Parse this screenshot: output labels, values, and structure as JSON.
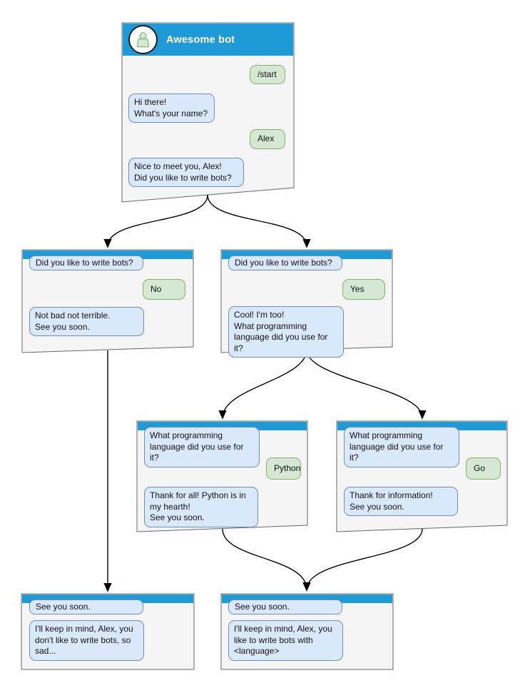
{
  "colors": {
    "header_blue": "#1E9BD7",
    "card_background": "#F5F5F5",
    "card_border": "#666666",
    "bot_bubble_fill": "#DAE8FC",
    "bot_bubble_border": "#6C8EBF",
    "user_bubble_fill": "#D5E8D4",
    "user_bubble_border": "#82B366",
    "connector": "#000000",
    "title_text": "#FFFFFF"
  },
  "icons": {
    "avatar": "person-icon"
  },
  "root": {
    "title": "Awesome bot",
    "messages": {
      "start_command": "/start",
      "greeting": "Hi there!\nWhat's your name?",
      "user_name": "Alex",
      "question": "Nice to meet you, Alex!\nDid you like to write bots?"
    }
  },
  "branch_no": {
    "question": "Did you like to write bots?",
    "answer": "No",
    "reply": "Not bad not terrible.\nSee you soon."
  },
  "branch_yes": {
    "question": "Did you like to write bots?",
    "answer": "Yes",
    "reply": "Cool! I'm too!\nWhat programming\nlanguage did you use for it?"
  },
  "branch_python": {
    "question": "What programming\nlanguage did you use for it?",
    "answer": "Python",
    "reply": "Thank for all! Python is in\nmy hearth!\nSee you soon."
  },
  "branch_go": {
    "question": "What programming\nlanguage did you use for it?",
    "answer": "Go",
    "reply": "Thank for information!\nSee you soon."
  },
  "end_no": {
    "question": "See you soon.",
    "reply": "I'll keep in mind, Alex, you\ndon't like to write bots, so\nsad..."
  },
  "end_yes": {
    "question": "See you soon.",
    "reply": "I'll keep in mind, Alex, you\nlike to write bots with\n<language>"
  }
}
